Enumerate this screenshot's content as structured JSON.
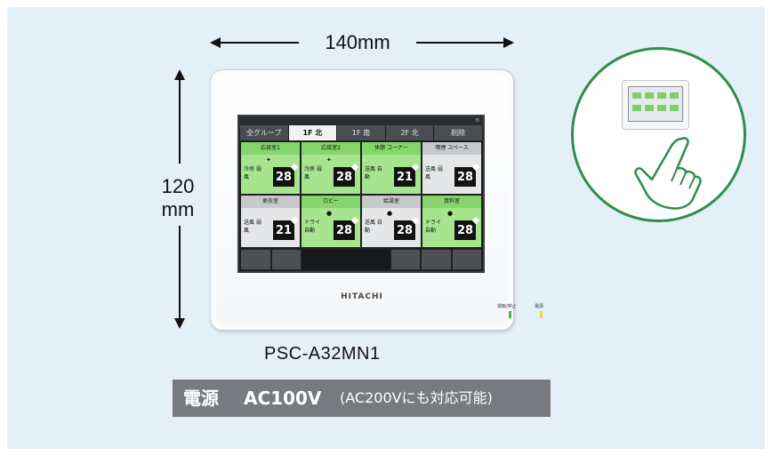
{
  "dimensions": {
    "width_label": "140mm",
    "height_label_line1": "120",
    "height_label_line2": "mm"
  },
  "device": {
    "brand": "HITACHI",
    "led_labels": [
      "運転/停止",
      "電源"
    ],
    "screen": {
      "tabs": [
        {
          "label": "全グループ",
          "active": false
        },
        {
          "label": "1F 北",
          "active": true
        },
        {
          "label": "1F 南",
          "active": false
        },
        {
          "label": "2F 北",
          "active": false
        },
        {
          "label": "削除",
          "active": false
        }
      ],
      "cells": [
        {
          "name": "応接室1",
          "mode": "冷房 弱風",
          "temp": "28",
          "color": "green"
        },
        {
          "name": "応接室2",
          "mode": "冷房 弱風",
          "temp": "28",
          "color": "green"
        },
        {
          "name": "休憩 コーナー",
          "mode": "送風 自動",
          "temp": "21",
          "color": "green"
        },
        {
          "name": "喫煙 スペース",
          "mode": "送風 弱風",
          "temp": "28",
          "color": "gray"
        },
        {
          "name": "更衣室",
          "mode": "送風 弱風",
          "temp": "21",
          "color": "gray"
        },
        {
          "name": "ロビー",
          "mode": "ドライ 自動",
          "temp": "28",
          "color": "green"
        },
        {
          "name": "給湯室",
          "mode": "送風 自動",
          "temp": "28",
          "color": "gray"
        },
        {
          "name": "資料室",
          "mode": "ドライ 自動",
          "temp": "28",
          "color": "green"
        }
      ]
    }
  },
  "model_number": "PSC-A32MN1",
  "power": {
    "label": "電源",
    "voltage": "AC100V",
    "note": "(AC200Vにも対応可能)"
  },
  "colors": {
    "background": "#e3f0f8",
    "accent_green": "#2d8f4a",
    "power_bar": "#777b80"
  }
}
